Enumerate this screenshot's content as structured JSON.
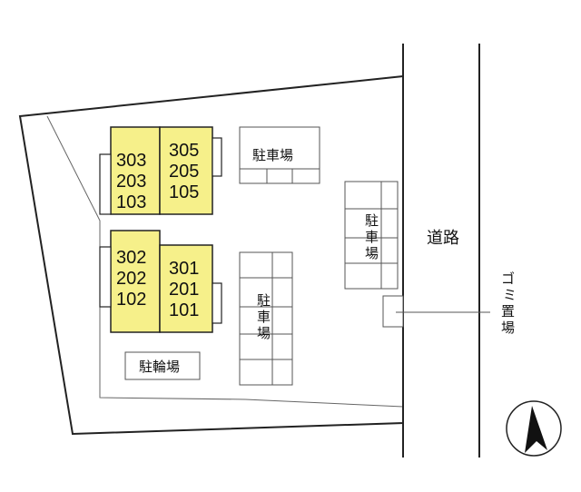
{
  "colors": {
    "unit_fill": "#f6f08a",
    "line": "#222222",
    "thin": "#555555"
  },
  "buildings": {
    "top_left": [
      "303",
      "203",
      "103"
    ],
    "top_right": [
      "305",
      "205",
      "105"
    ],
    "bottom_left": [
      "302",
      "202",
      "102"
    ],
    "bottom_right": [
      "301",
      "201",
      "101"
    ]
  },
  "labels": {
    "parking": "駐車場",
    "parking_v1": "駐\n車\n場",
    "parking_v2": "駐\n車\n場",
    "bicycle_parking": "駐輪場",
    "road": "道路",
    "garbage": "ゴミ置場"
  },
  "compass_icon": "north-arrow-icon"
}
